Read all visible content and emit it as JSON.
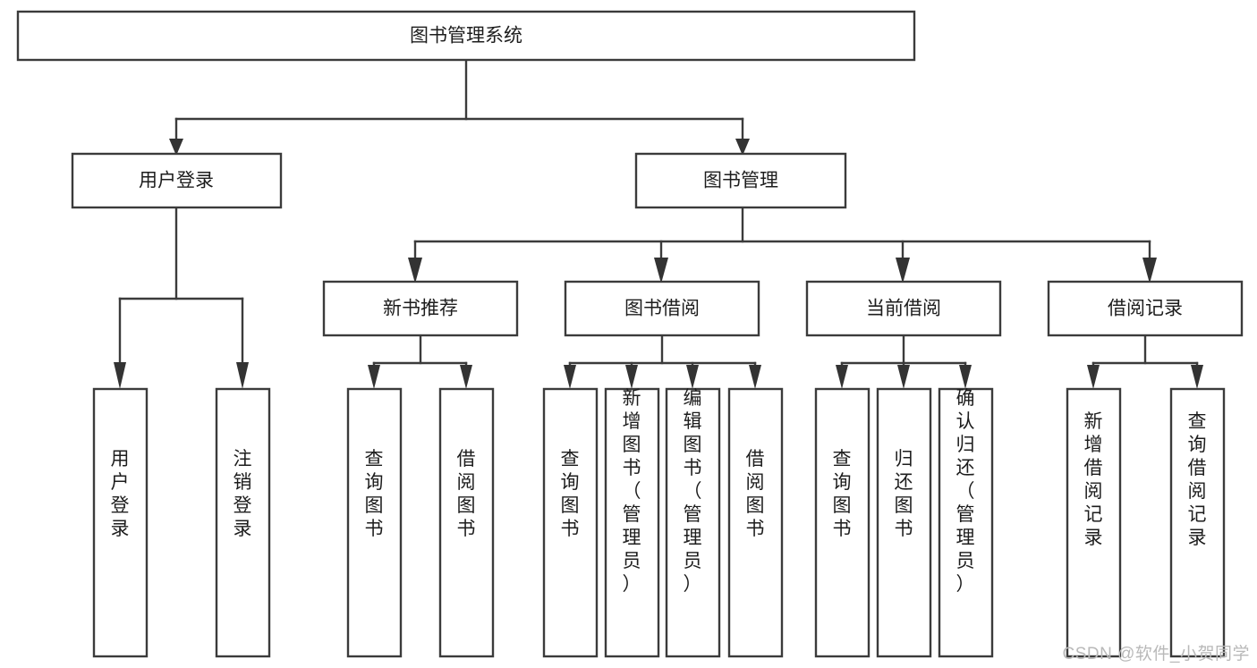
{
  "diagram": {
    "type": "tree",
    "title": "图书管理系统",
    "watermark": "CSDN @软件_小贺同学",
    "root": {
      "id": "root",
      "label": "图书管理系统",
      "orientation": "horizontal"
    },
    "level2": [
      {
        "id": "user-login",
        "label": "用户登录",
        "orientation": "horizontal"
      },
      {
        "id": "book-manage",
        "label": "图书管理",
        "orientation": "horizontal"
      }
    ],
    "level3": [
      {
        "id": "new-book-recommend",
        "label": "新书推荐",
        "parent": "book-manage",
        "orientation": "horizontal"
      },
      {
        "id": "book-borrow",
        "label": "图书借阅",
        "parent": "book-manage",
        "orientation": "horizontal"
      },
      {
        "id": "current-borrow",
        "label": "当前借阅",
        "parent": "book-manage",
        "orientation": "horizontal"
      },
      {
        "id": "borrow-record",
        "label": "借阅记录",
        "parent": "book-manage",
        "orientation": "horizontal"
      }
    ],
    "leaves": [
      {
        "id": "leaf-user-login",
        "label": "用户登录",
        "parent": "user-login",
        "orientation": "vertical"
      },
      {
        "id": "leaf-logout-login",
        "label": "注销登录",
        "parent": "user-login",
        "orientation": "vertical"
      },
      {
        "id": "leaf-query-book-1",
        "label": "查询图书",
        "parent": "new-book-recommend",
        "orientation": "vertical"
      },
      {
        "id": "leaf-borrow-book-1",
        "label": "借阅图书",
        "parent": "new-book-recommend",
        "orientation": "vertical"
      },
      {
        "id": "leaf-query-book-2",
        "label": "查询图书",
        "parent": "book-borrow",
        "orientation": "vertical"
      },
      {
        "id": "leaf-add-book",
        "label": "新增图书（管理员）",
        "parent": "book-borrow",
        "orientation": "vertical"
      },
      {
        "id": "leaf-edit-book",
        "label": "编辑图书（管理员）",
        "parent": "book-borrow",
        "orientation": "vertical"
      },
      {
        "id": "leaf-borrow-book-2",
        "label": "借阅图书",
        "parent": "book-borrow",
        "orientation": "vertical"
      },
      {
        "id": "leaf-query-book-3",
        "label": "查询图书",
        "parent": "current-borrow",
        "orientation": "vertical"
      },
      {
        "id": "leaf-return-book",
        "label": "归还图书",
        "parent": "current-borrow",
        "orientation": "vertical"
      },
      {
        "id": "leaf-confirm-return",
        "label": "确认归还（管理员）",
        "parent": "current-borrow",
        "orientation": "vertical"
      },
      {
        "id": "leaf-add-record",
        "label": "新增借阅记录",
        "parent": "borrow-record",
        "orientation": "vertical"
      },
      {
        "id": "leaf-query-record",
        "label": "查询借阅记录",
        "parent": "borrow-record",
        "orientation": "vertical"
      }
    ],
    "colors": {
      "box_stroke": "#3b3b3b",
      "box_fill": "#ffffff",
      "text": "#1d1d1d",
      "connector": "#3b3b3b",
      "watermark": "#b9b9b9",
      "background": "#ffffff"
    }
  }
}
